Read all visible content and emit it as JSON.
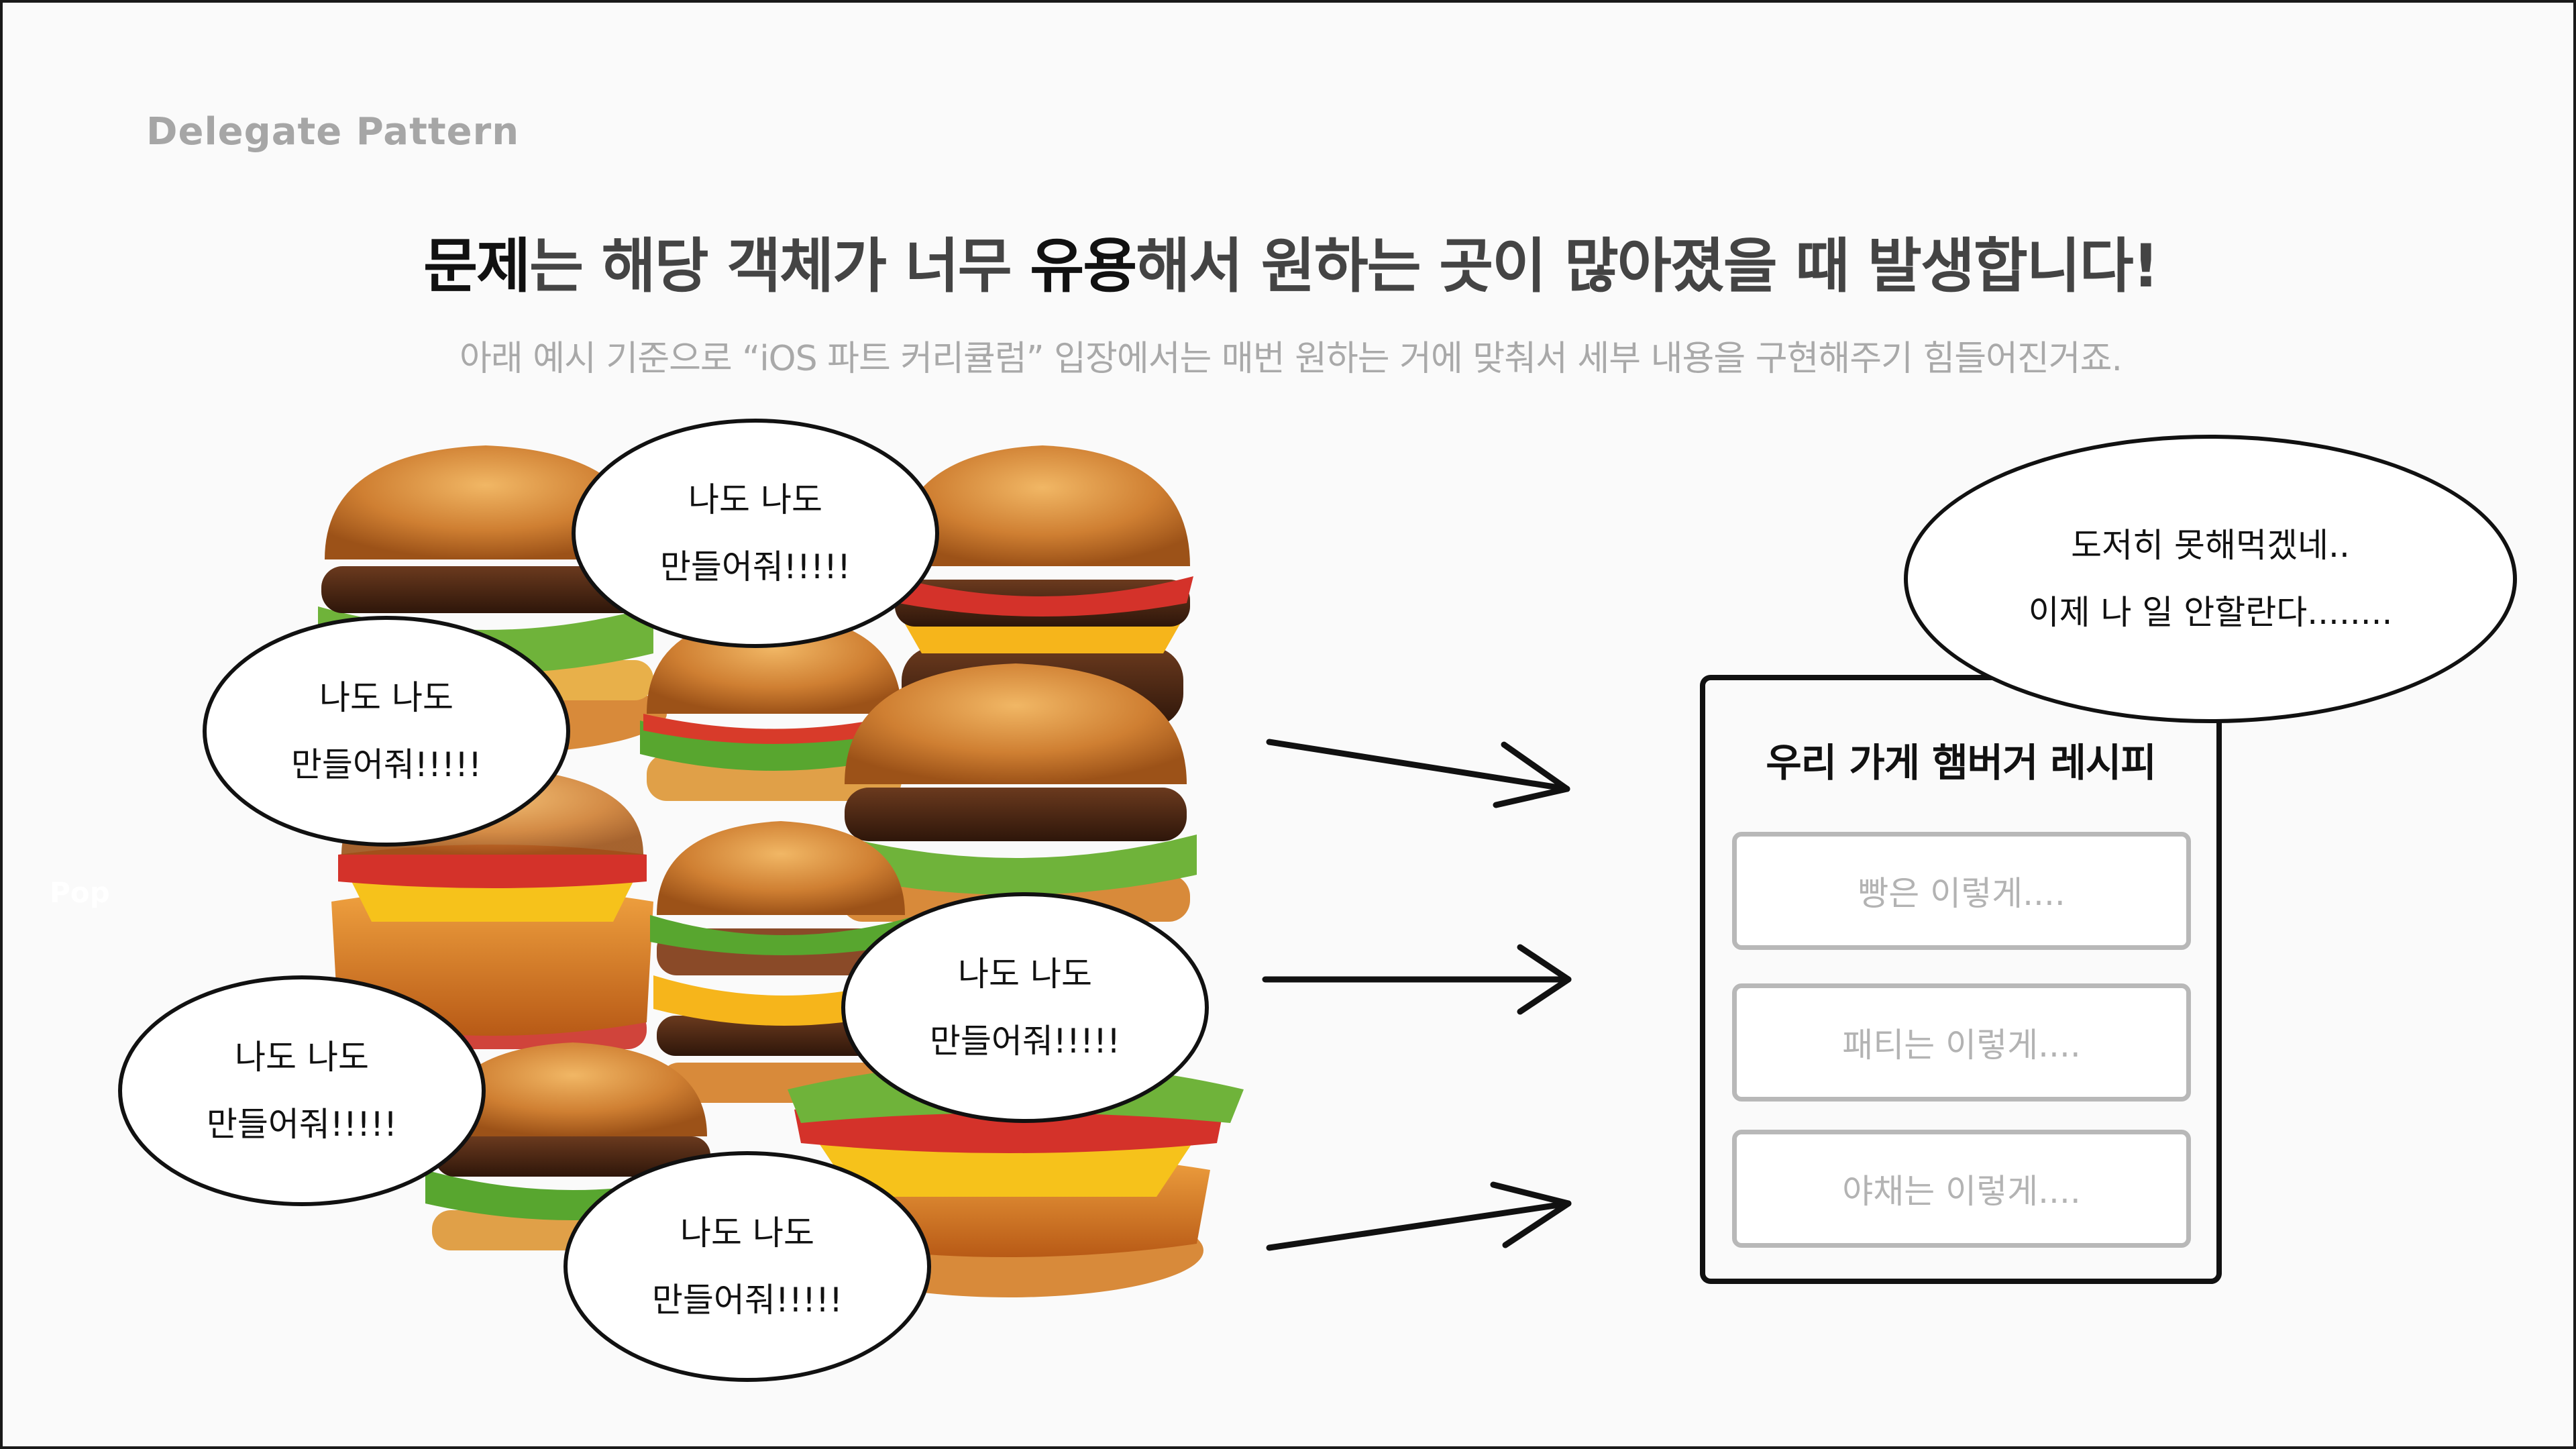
{
  "slide": {
    "kicker": "Delegate Pattern",
    "headline": {
      "word1": "문제",
      "part2": "는 해당 객체가 너무 ",
      "word3": "유용",
      "part4": "해서 원하는 곳이 많아졌을 때 발생합니다!"
    },
    "subline": "아래 예시 기준으로 “iOS 파트 커리큘럼” 입장에서는 매번 원하는 거에 맞춰서 세부 내용을 구현해주기 힘들어진거죠.",
    "side_label": "Pop"
  },
  "requests": [
    {
      "line1": "나도 나도",
      "line2": "만들어줘!!!!!"
    },
    {
      "line1": "나도 나도",
      "line2": "만들어줘!!!!!"
    },
    {
      "line1": "나도 나도",
      "line2": "만들어줘!!!!!"
    },
    {
      "line1": "나도 나도",
      "line2": "만들어줘!!!!!"
    },
    {
      "line1": "나도 나도",
      "line2": "만들어줘!!!!!"
    }
  ],
  "complaint": {
    "line1": "도저히 못해먹겠네..",
    "line2": "이제 나 일 안할란다........"
  },
  "recipe": {
    "title": "우리 가게 햄버거 레시피",
    "steps": [
      "빵은 이렇게....",
      "패티는 이렇게....",
      "야채는 이렇게...."
    ]
  },
  "colors": {
    "ink": "#111111",
    "muted": "#a6a6a6",
    "step_border": "#b8b8b8"
  },
  "icons": {
    "arrow": "arrow-right-icon",
    "burgers": "burger-illustration"
  }
}
